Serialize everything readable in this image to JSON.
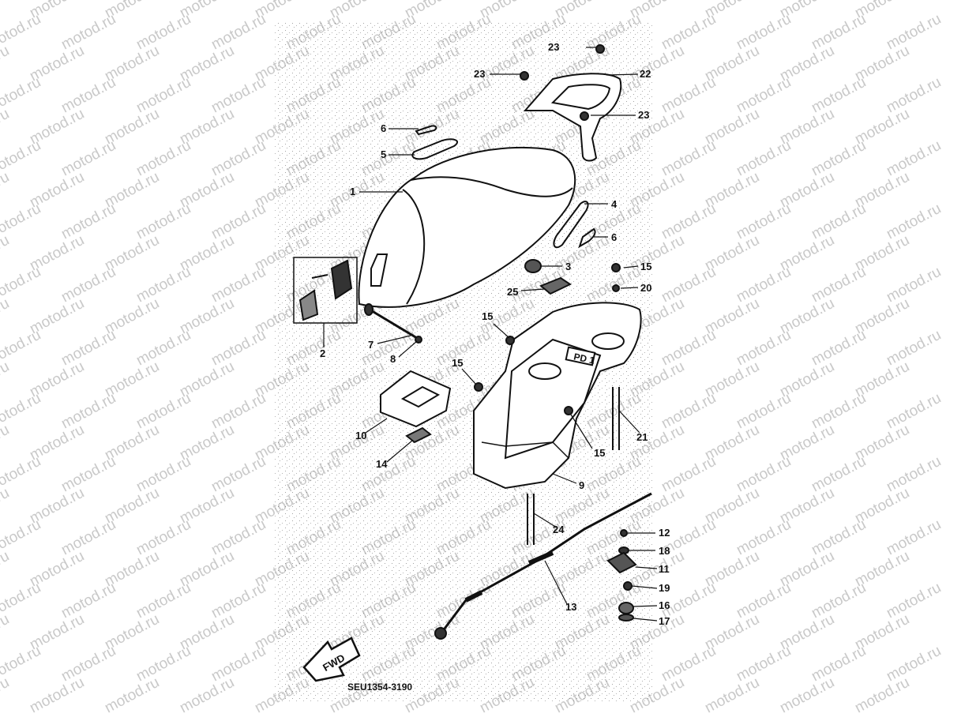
{
  "diagram": {
    "watermark_text": "motod.ru",
    "code": "SEU1354-3190",
    "fwd_label": "FWD",
    "pd_label": "PD 1",
    "parts": {
      "p1": "1",
      "p2": "2",
      "p3": "3",
      "p4": "4",
      "p5": "5",
      "p6a": "6",
      "p6b": "6",
      "p7": "7",
      "p8": "8",
      "p9": "9",
      "p10": "10",
      "p11": "11",
      "p12": "12",
      "p13": "13",
      "p14": "14",
      "p15a": "15",
      "p15b": "15",
      "p15c": "15",
      "p15d": "15",
      "p16": "16",
      "p17": "17",
      "p18": "18",
      "p19": "19",
      "p20": "20",
      "p21": "21",
      "p22": "22",
      "p23a": "23",
      "p23b": "23",
      "p23c": "23",
      "p24": "24",
      "p25": "25"
    }
  }
}
